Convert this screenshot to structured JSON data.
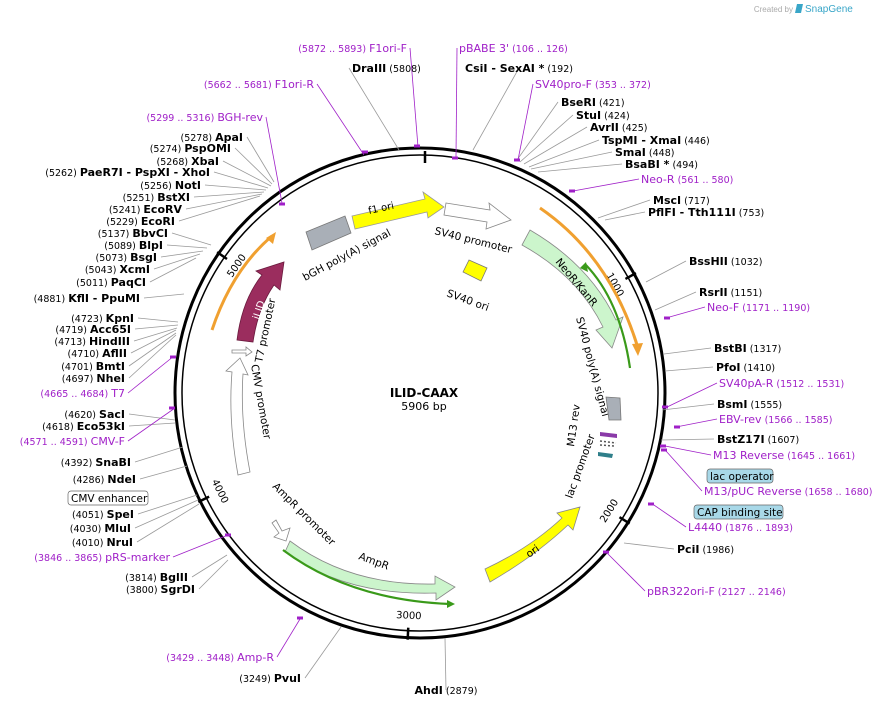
{
  "credit": {
    "prefix": "Created by",
    "brand": "SnapGene"
  },
  "plasmid": {
    "name": "ILID-CAAX",
    "length": "5906 bp"
  },
  "ticks": [
    {
      "label": "1000",
      "bp": 1000
    },
    {
      "label": "2000",
      "bp": 2000
    },
    {
      "label": "3000",
      "bp": 3000
    },
    {
      "label": "4000",
      "bp": 4000
    },
    {
      "label": "5000",
      "bp": 5000
    }
  ],
  "enzymes": [
    {
      "name": "CsiI",
      "extra": "- SexAI *",
      "pos": "(192)"
    },
    {
      "name": "DraIII",
      "pos": "(5808)"
    },
    {
      "name": "BseRI",
      "pos": "(421)"
    },
    {
      "name": "StuI",
      "pos": "(424)"
    },
    {
      "name": "AvrII",
      "pos": "(425)"
    },
    {
      "name": "TspMI",
      "extra": "- XmaI",
      "pos": "(446)"
    },
    {
      "name": "SmaI",
      "pos": "(448)"
    },
    {
      "name": "BsaBI *",
      "pos": "(494)"
    },
    {
      "name": "MscI",
      "pos": "(717)"
    },
    {
      "name": "PflFI",
      "extra": "- Tth111I",
      "pos": "(753)"
    },
    {
      "name": "BssHII",
      "pos": "(1032)"
    },
    {
      "name": "RsrII",
      "pos": "(1151)"
    },
    {
      "name": "BstBI",
      "pos": "(1317)"
    },
    {
      "name": "PfoI",
      "pos": "(1410)"
    },
    {
      "name": "BsmI",
      "pos": "(1555)"
    },
    {
      "name": "BstZ17I",
      "pos": "(1607)"
    },
    {
      "name": "PciI",
      "pos": "(1986)"
    },
    {
      "name": "AhdI",
      "pos": "(2879)"
    },
    {
      "name": "PvuI",
      "pos": "(3249)"
    },
    {
      "name": "BglII",
      "pos": "(3814)"
    },
    {
      "name": "SgrDI",
      "pos": "(3800)"
    },
    {
      "name": "SpeI",
      "pos": "(4051)"
    },
    {
      "name": "MluI",
      "pos": "(4030)"
    },
    {
      "name": "NruI",
      "pos": "(4010)"
    },
    {
      "name": "NdeI",
      "pos": "(4286)"
    },
    {
      "name": "SnaBI",
      "pos": "(4392)"
    },
    {
      "name": "SacI",
      "pos": "(4620)"
    },
    {
      "name": "Eco53kI",
      "pos": "(4618)"
    },
    {
      "name": "NheI",
      "pos": "(4697)"
    },
    {
      "name": "BmtI",
      "pos": "(4701)"
    },
    {
      "name": "AflII",
      "pos": "(4710)"
    },
    {
      "name": "HindIII",
      "pos": "(4713)"
    },
    {
      "name": "Acc65I",
      "pos": "(4719)"
    },
    {
      "name": "KpnI",
      "pos": "(4723)"
    },
    {
      "name": "KflI",
      "extra": "- PpuMI",
      "pos": "(4881)"
    },
    {
      "name": "PaqCI",
      "pos": "(5011)"
    },
    {
      "name": "XcmI",
      "pos": "(5043)"
    },
    {
      "name": "BsgI",
      "pos": "(5073)"
    },
    {
      "name": "BlpI",
      "pos": "(5089)"
    },
    {
      "name": "BbvCI",
      "pos": "(5137)"
    },
    {
      "name": "EcoRI",
      "pos": "(5229)"
    },
    {
      "name": "EcoRV",
      "pos": "(5241)"
    },
    {
      "name": "BstXI",
      "pos": "(5251)"
    },
    {
      "name": "NotI",
      "pos": "(5256)"
    },
    {
      "name": "PaeR7I",
      "extra": "- PspXI  - XhoI",
      "pos": "(5262)"
    },
    {
      "name": "XbaI",
      "pos": "(5268)"
    },
    {
      "name": "PspOMI",
      "pos": "(5274)"
    },
    {
      "name": "ApaI",
      "pos": "(5278)"
    }
  ],
  "primers": [
    {
      "name": "pBABE 3'",
      "range": "(106 .. 126)"
    },
    {
      "name": "F1ori-F",
      "range": "(5872 .. 5893)"
    },
    {
      "name": "F1ori-R",
      "range": "(5662 .. 5681)"
    },
    {
      "name": "SV40pro-F",
      "range": "(353 .. 372)"
    },
    {
      "name": "BGH-rev",
      "range": "(5299 .. 5316)"
    },
    {
      "name": "Neo-R",
      "range": "(561 .. 580)"
    },
    {
      "name": "Neo-F",
      "range": "(1171 .. 1190)"
    },
    {
      "name": "SV40pA-R",
      "range": "(1512 .. 1531)"
    },
    {
      "name": "EBV-rev",
      "range": "(1566 .. 1585)"
    },
    {
      "name": "M13 Reverse",
      "range": "(1645 .. 1661)"
    },
    {
      "name": "M13/pUC Reverse",
      "range": "(1658 .. 1680)"
    },
    {
      "name": "L4440",
      "range": "(1876 .. 1893)"
    },
    {
      "name": "pBR322ori-F",
      "range": "(2127 .. 2146)"
    },
    {
      "name": "Amp-R",
      "range": "(3429 .. 3448)"
    },
    {
      "name": "pRS-marker",
      "range": "(3846 .. 3865)"
    },
    {
      "name": "CMV-F",
      "range": "(4571 .. 4591)"
    },
    {
      "name": "T7",
      "range": "(4665 .. 4684)"
    }
  ],
  "features": {
    "f1_ori": "f1 ori",
    "sv40_promoter": "SV40 promoter",
    "sv40_ori": "SV40 ori",
    "neo": "NeoR/KanR",
    "sv40_polya": "SV40 poly(A) signal",
    "m13_rev": "M13 rev",
    "lac_promoter": "lac promoter",
    "ori": "ori",
    "ampr": "AmpR",
    "ampr_promoter": "AmpR promoter",
    "cmv_promoter": "CMV promoter",
    "t7_promoter": "T7 promoter",
    "ilid": "iLID",
    "bgh": "bGH poly(A) signal",
    "lac_operator": "lac operator",
    "cap_site": "CAP binding site",
    "cmv_enhancer": "CMV enhancer"
  },
  "colors": {
    "backbone": "#000000",
    "primer": "#a020c8",
    "f1ori": "#ffff00",
    "ori": "#ffff00",
    "neo": "#ccf5cc",
    "ampr": "#ccf5cc",
    "ilid": "#9b2d5e",
    "polya": "#a9afb7",
    "orf_orange": "#f0a030",
    "orf_green": "#3a9a1a",
    "boxed_fill": "#a8d8e8"
  }
}
